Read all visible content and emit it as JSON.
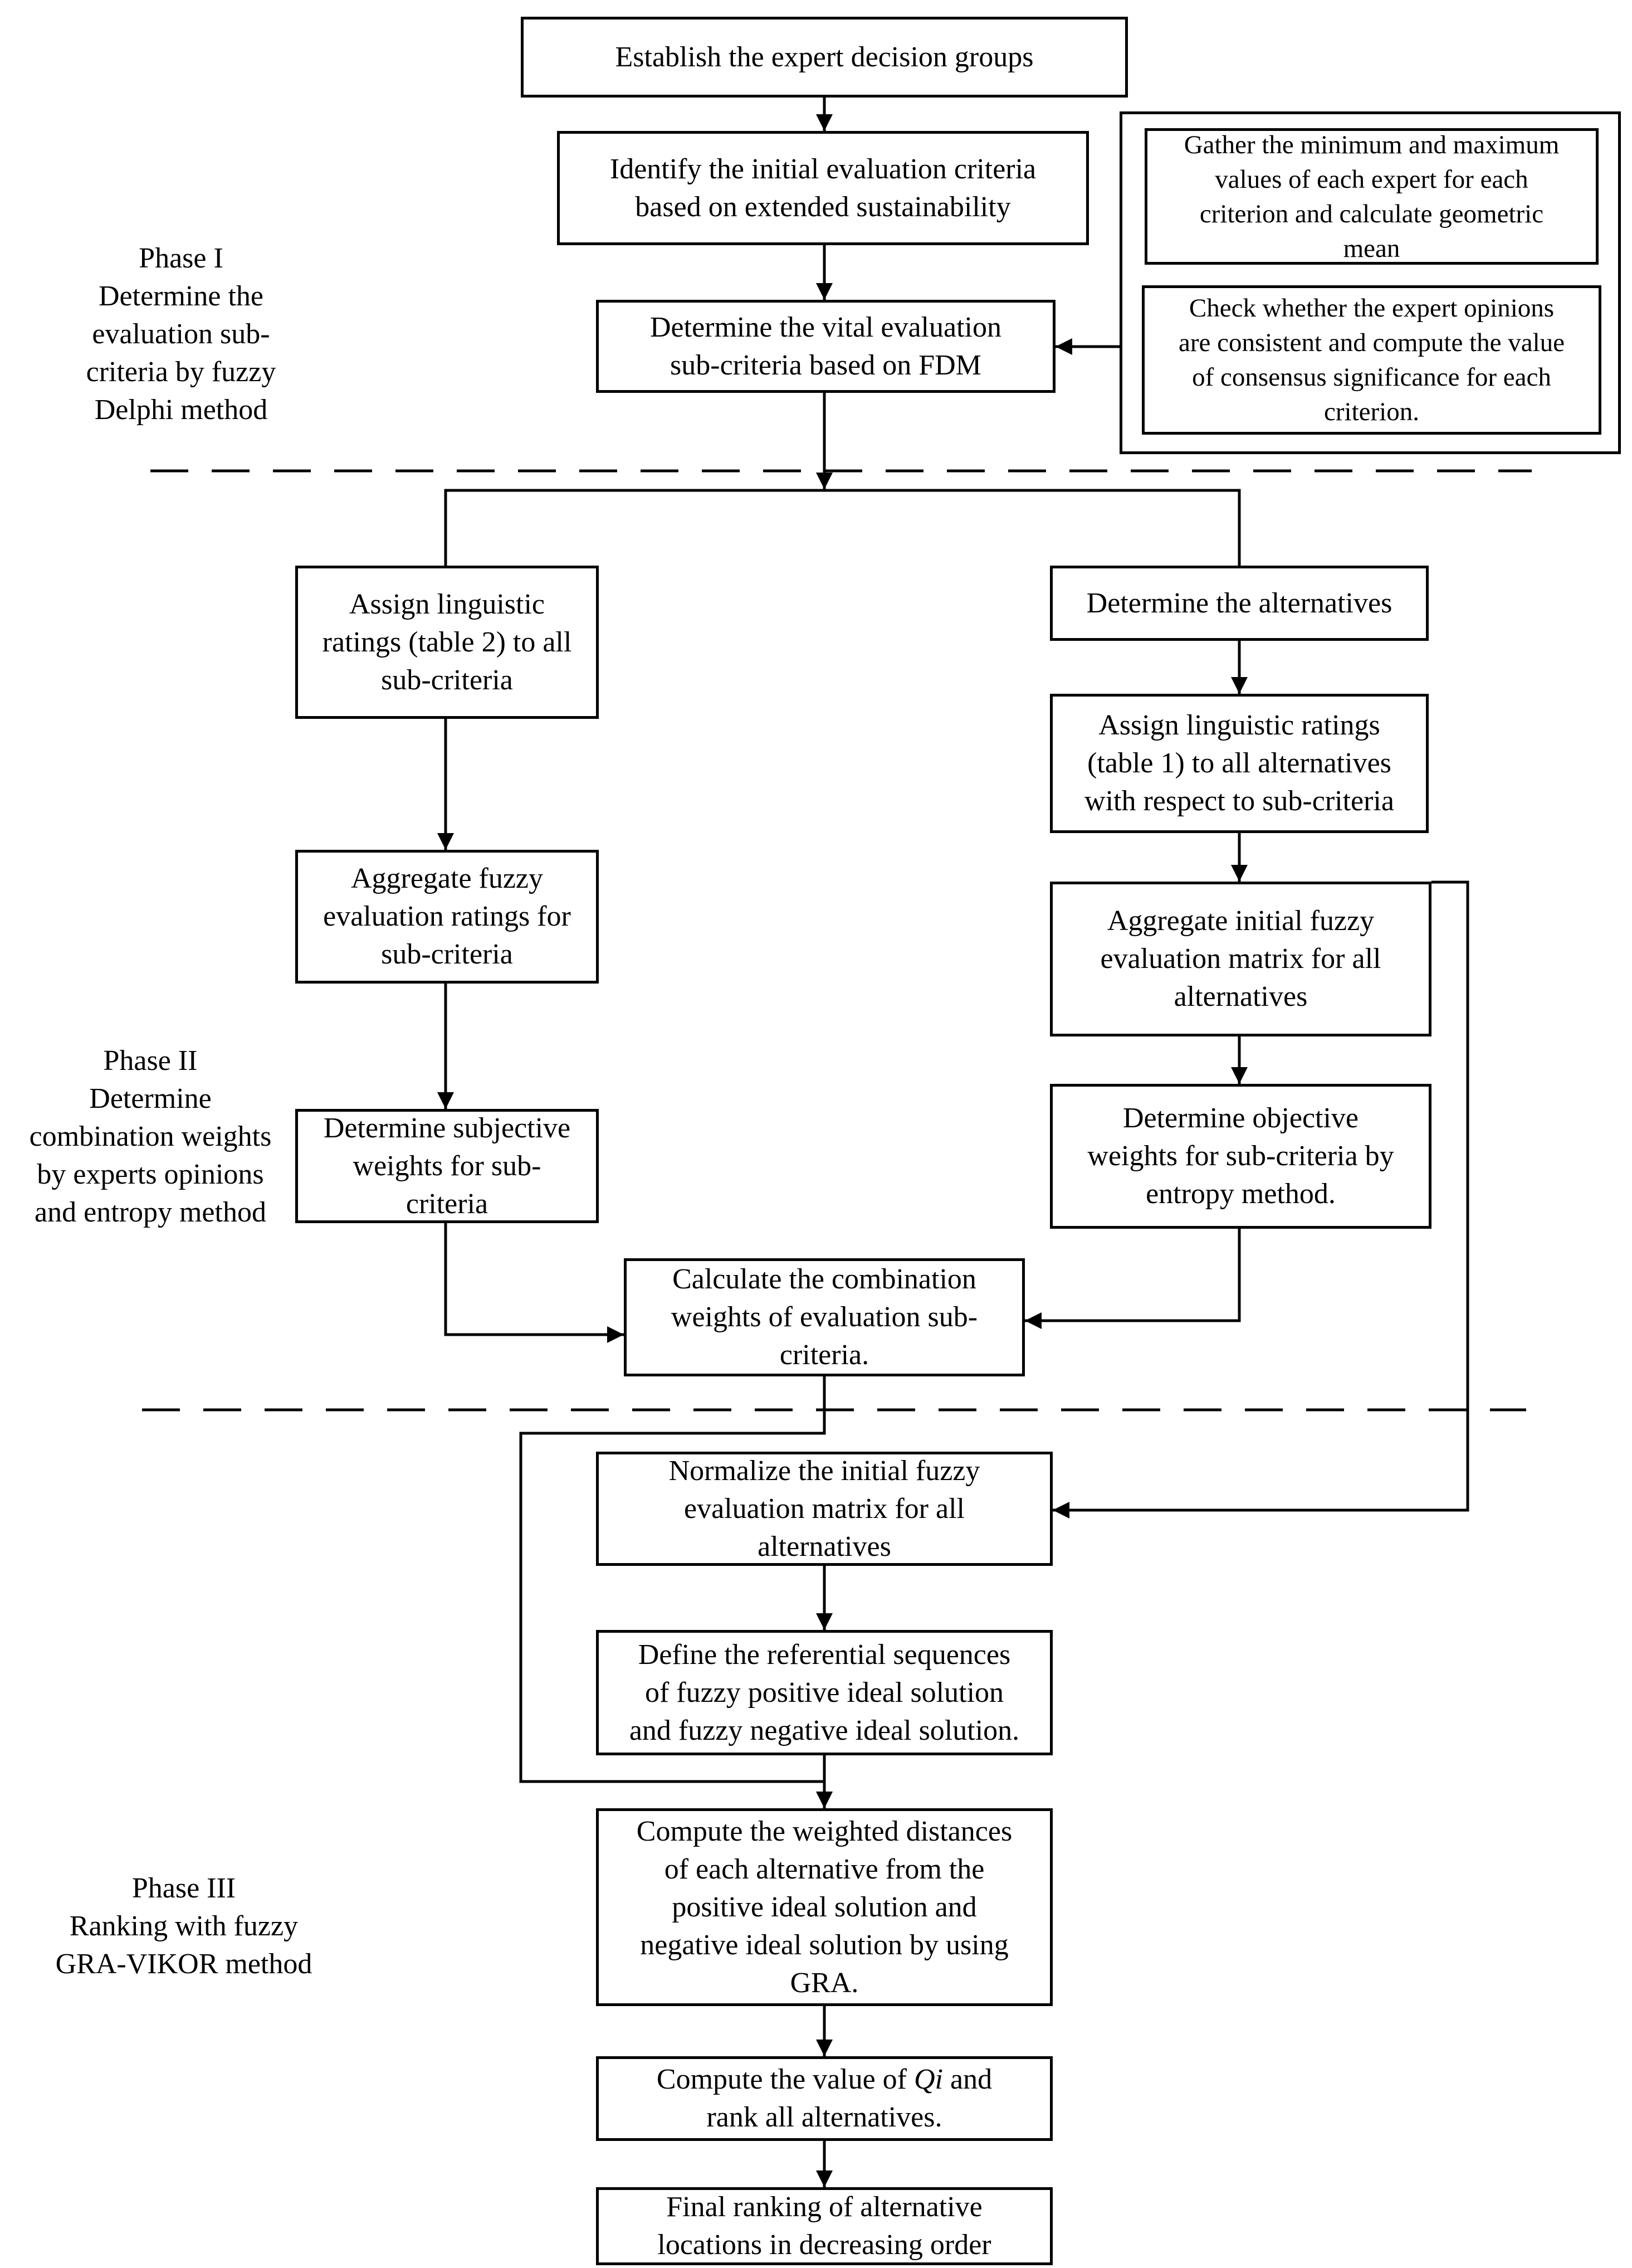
{
  "phases": {
    "phase1": [
      "Phase I",
      "Determine the",
      "evaluation sub-",
      "criteria by fuzzy",
      "Delphi method"
    ],
    "phase2": [
      "Phase II",
      "Determine",
      "combination weights",
      "by experts opinions",
      "and entropy method"
    ],
    "phase3": [
      "Phase III",
      "Ranking with fuzzy",
      "GRA-VIKOR method"
    ]
  },
  "steps": {
    "establish_groups": "Establish the expert decision groups",
    "identify_criteria": [
      "Identify the initial evaluation criteria",
      "based on extended sustainability"
    ],
    "determine_vital": [
      "Determine the vital evaluation",
      "sub-criteria based on FDM"
    ],
    "gather_minmax": [
      "Gather the  minimum and maximum",
      "values of each expert for each",
      "criterion and calculate geometric",
      "mean"
    ],
    "check_consistency": [
      "Check whether the expert opinions",
      "are consistent and compute the value",
      "of consensus significance  for each",
      "criterion."
    ],
    "assign_ratings_sub": [
      "Assign linguistic",
      "ratings (table 2) to all",
      "sub-criteria"
    ],
    "determine_alternatives": "Determine the alternatives",
    "assign_ratings_alt": [
      "Assign linguistic ratings",
      "(table 1) to all alternatives",
      "with respect to sub-criteria"
    ],
    "aggregate_ratings_sub": [
      "Aggregate fuzzy",
      "evaluation ratings for",
      "sub-criteria"
    ],
    "aggregate_matrix": [
      "Aggregate initial fuzzy",
      "evaluation matrix for all",
      "alternatives"
    ],
    "subjective_weights": [
      "Determine  subjective",
      "weights for sub-",
      "criteria"
    ],
    "objective_weights": [
      "Determine objective",
      "weights for sub-criteria by",
      "entropy method."
    ],
    "combination_weights": [
      "Calculate the combination",
      "weights of evaluation sub-",
      "criteria."
    ],
    "normalize_matrix": [
      "Normalize the initial fuzzy",
      "evaluation matrix for all",
      "alternatives"
    ],
    "define_reference": [
      "Define the referential sequences",
      "of fuzzy positive ideal solution",
      "and fuzzy negative ideal solution."
    ],
    "compute_distances": [
      "Compute the weighted distances",
      "of each alternative from the",
      "positive ideal solution and",
      "negative ideal solution by using",
      "GRA."
    ],
    "compute_qi": {
      "prefix": "Compute the value of ",
      "symbol": "Qi",
      "suffix": " and",
      "line2": "rank all alternatives."
    },
    "final_ranking": [
      "Final ranking of alternative",
      "locations in decreasing order"
    ]
  }
}
